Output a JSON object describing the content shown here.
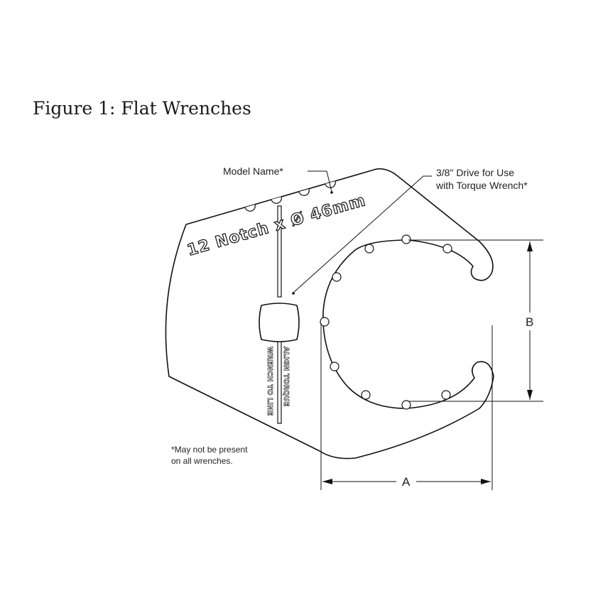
{
  "figure": {
    "title": "Figure 1: Flat Wrenches"
  },
  "labels": {
    "model_name": "Model Name*",
    "drive_line1": "3/8\" Drive for Use",
    "drive_line2": "with Torque Wrench*",
    "footnote_line1": "*May not be present",
    "footnote_line2": "on all wrenches."
  },
  "engraving": {
    "main": "12 Notch x Ø 46mm",
    "align_torque": "ALIGN TORQUE",
    "wrench_to_line": "WRENCH TO LINE"
  },
  "dimensions": {
    "a": "A",
    "b": "B"
  }
}
